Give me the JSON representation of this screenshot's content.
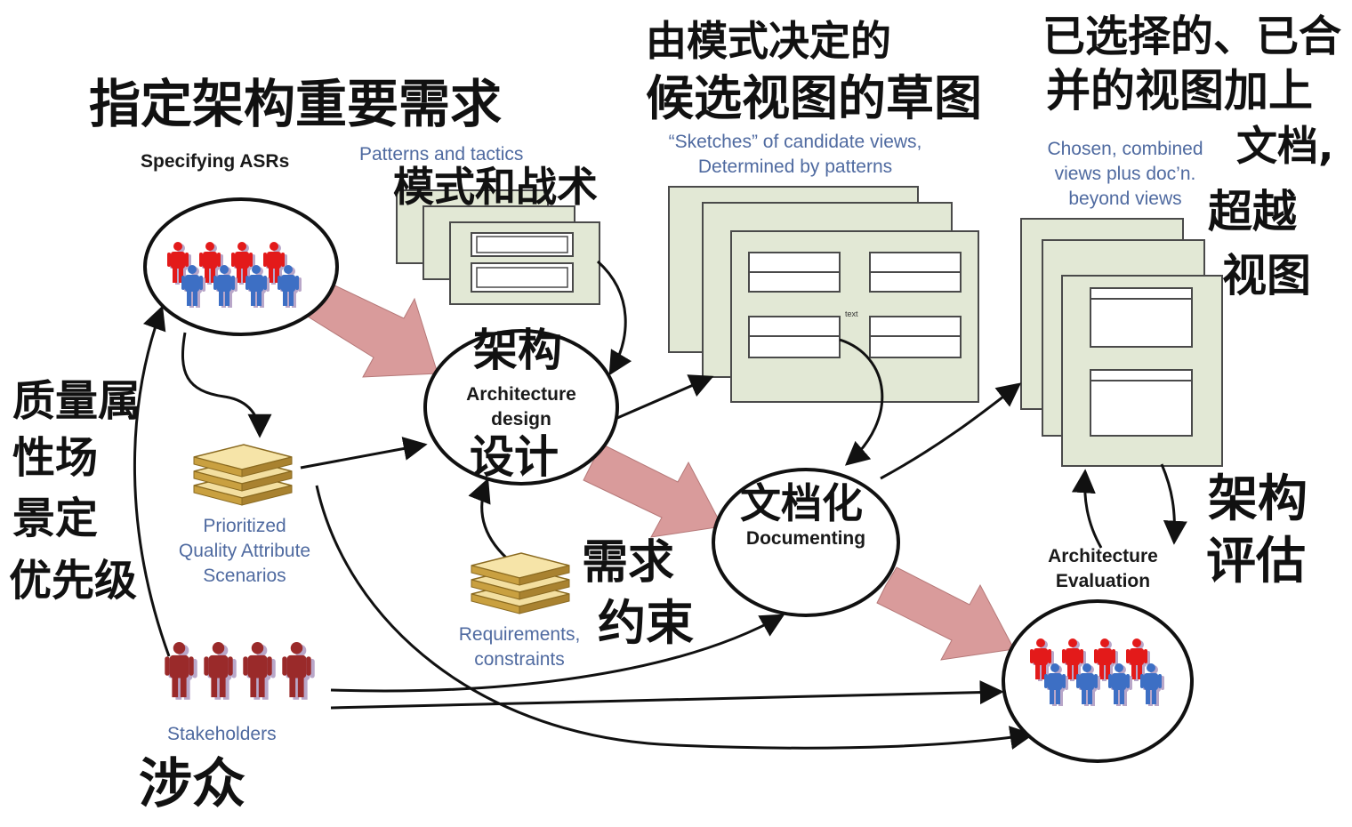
{
  "handwritten": {
    "specify_asrs": "指定架构重要需求",
    "patterns_tactics": "模式和战术",
    "sketches_line1": "由模式决定的",
    "sketches_line2": "候选视图的草图",
    "chosen_line1": "已选择的、已合",
    "chosen_line2": "并的视图加上",
    "chosen_line3": "文档,",
    "chosen_line4": "超越",
    "chosen_line5": "视图",
    "arch_design_top": "架构",
    "arch_design_bottom": "设计",
    "documenting": "文档化",
    "requirements": "需求",
    "constraints": "约束",
    "qa_line1": "质量属",
    "qa_line2": "性场",
    "qa_line3": "景定",
    "qa_line4": "优先级",
    "arch_eval_line1": "架构",
    "arch_eval_line2": "评估",
    "stakeholders": "涉众"
  },
  "labels": {
    "specifying_asrs": "Specifying ASRs",
    "patterns_and_tactics": "Patterns and tactics",
    "sketches_line1": "“Sketches” of candidate views,",
    "sketches_line2": "Determined by patterns",
    "chosen_line1": "Chosen, combined",
    "chosen_line2": "views plus doc’n.",
    "chosen_line3": "beyond views",
    "arch_design_line1": "Architecture",
    "arch_design_line2": "design",
    "documenting": "Documenting",
    "prioritized_line1": "Prioritized",
    "prioritized_line2": "Quality Attribute",
    "prioritized_line3": "Scenarios",
    "requirements_line1": "Requirements,",
    "requirements_line2": "constraints",
    "arch_eval_line1": "Architecture",
    "arch_eval_line2": "Evaluation",
    "stakeholders": "Stakeholders",
    "sketch_text": "text"
  },
  "colors": {
    "card_fill": "#e2e8d5",
    "card_stroke": "#4a4a4a",
    "big_arrow": "#d99b9b",
    "person_red": "#e31a1a",
    "person_blue": "#3d6fc4",
    "person_maroon": "#9a2a2a",
    "label_blue": "#4f6aa0"
  }
}
